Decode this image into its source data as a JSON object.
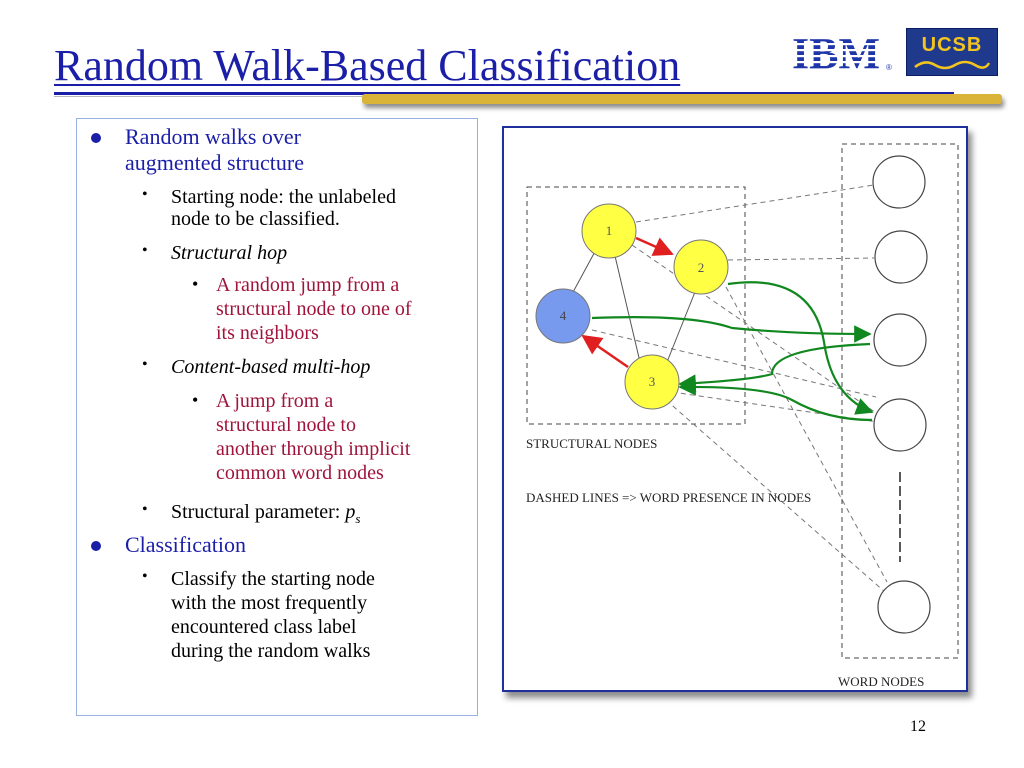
{
  "title": "Random Walk-Based Classification",
  "logos": {
    "ibm": "IBM",
    "ucsb": "UCSB"
  },
  "bullets": {
    "b1": "Random walks over",
    "b1_cont": "augmented structure",
    "b1_sub1_l1": "Starting node: the unlabeled",
    "b1_sub1_l2": "node to be classified.",
    "b1_sub2": "Structural hop",
    "b1_sub2_detail_l1": "A random jump from a",
    "b1_sub2_detail_l2": "structural node to one of",
    "b1_sub2_detail_l3": "its neighbors",
    "b1_sub3": "Content-based multi-hop",
    "b1_sub3_detail_l1": "A jump from a",
    "b1_sub3_detail_l2": "structural node to",
    "b1_sub3_detail_l3": "another through implicit",
    "b1_sub3_detail_l4": "common word nodes",
    "b1_sub4": "Structural parameter: ",
    "b1_sub4_param": "p",
    "b1_sub4_param_sub": "s",
    "b2": "Classification",
    "b2_sub1_l1": "Classify the starting node",
    "b2_sub1_l2": "with the most frequently",
    "b2_sub1_l3": "encountered class label",
    "b2_sub1_l4": "during the random walks"
  },
  "diagram": {
    "nodes": [
      {
        "label": "1",
        "color": "#ffff44"
      },
      {
        "label": "2",
        "color": "#ffff44"
      },
      {
        "label": "3",
        "color": "#ffff44"
      },
      {
        "label": "4",
        "color": "#7799ee"
      }
    ],
    "structural_label": "STRUCTURAL NODES",
    "dashed_label": "DASHED LINES => WORD PRESENCE IN NODES",
    "word_label": "WORD NODES",
    "colors": {
      "structural_hop": "#e02020",
      "content_hop": "#11881f",
      "dashed": "#777777"
    }
  },
  "page_number": "12"
}
